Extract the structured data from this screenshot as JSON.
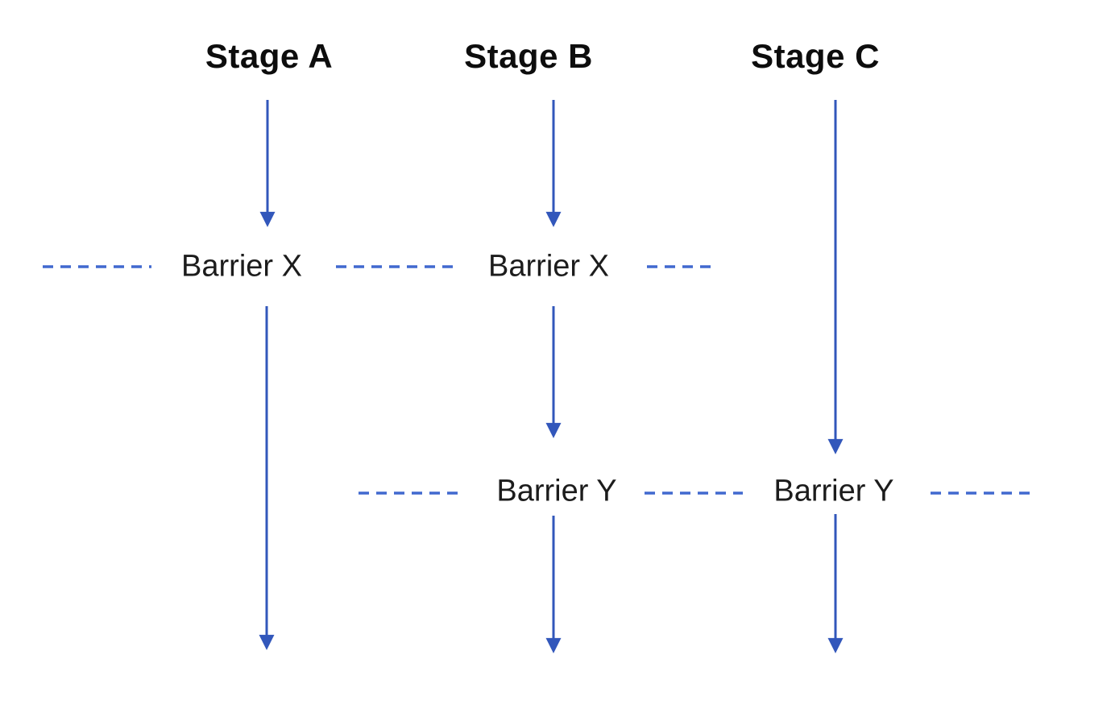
{
  "diagram": {
    "kind": "pipeline-barrier-diagram",
    "columns": [
      {
        "label": "Stage A"
      },
      {
        "label": "Stage B"
      },
      {
        "label": "Stage C"
      }
    ],
    "barriers": {
      "x_labels": [
        "Barrier X",
        "Barrier X"
      ],
      "y_labels": [
        "Barrier Y",
        "Barrier Y"
      ]
    },
    "colors": {
      "arrow_blue": "#3257bb",
      "dash_blue": "#4169cf",
      "heading_text": "#0d0d0d",
      "barrier_text": "#1c1c1c",
      "background": "#ffffff"
    }
  }
}
